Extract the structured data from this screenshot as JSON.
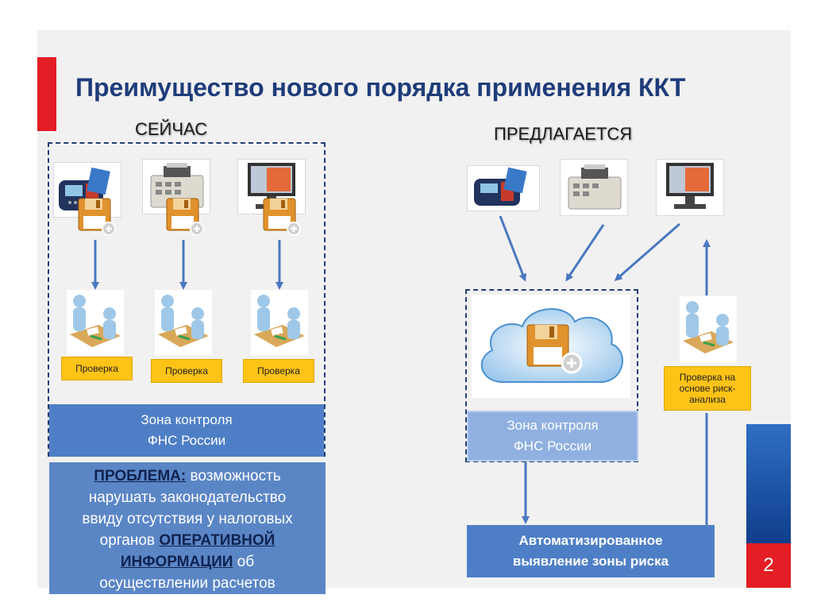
{
  "title": "Преимущество нового порядка применения ККТ",
  "now_label": "СЕЙЧАС",
  "proposed_label": "ПРЕДЛАГАЕТСЯ",
  "check_label": "Проверка",
  "risk_check_label": {
    "line1": "Проверка на",
    "line2": "основе риск-",
    "line3": "анализа"
  },
  "zone": {
    "line1": "Зона контроля",
    "line2": "ФНС России"
  },
  "problem": {
    "prefix": "ПРОБЛЕМА:",
    "line1_rest": " возможность",
    "line2": "нарушать законодательство",
    "line3": "ввиду отсутствия у налоговых",
    "line4_start": "органов ",
    "line4_emph": "ОПЕРАТИВНОЙ",
    "line5_emph": "ИНФОРМАЦИИ",
    "line5_rest": " об",
    "line6": "осуществлении расчетов"
  },
  "auto": {
    "line1": "Автоматизированное",
    "line2": "выявление зоны риска"
  },
  "page_number": "2",
  "colors": {
    "accent_red": "#e31e24",
    "title_blue": "#1f3c7a",
    "zone_blue": "#4e7fc6",
    "label_yellow": "#fec317"
  },
  "icons": [
    "pos-terminal-icon",
    "cash-register-icon",
    "pos-monitor-icon",
    "floppy-disk-icon",
    "inspection-people-icon",
    "cloud-icon"
  ]
}
